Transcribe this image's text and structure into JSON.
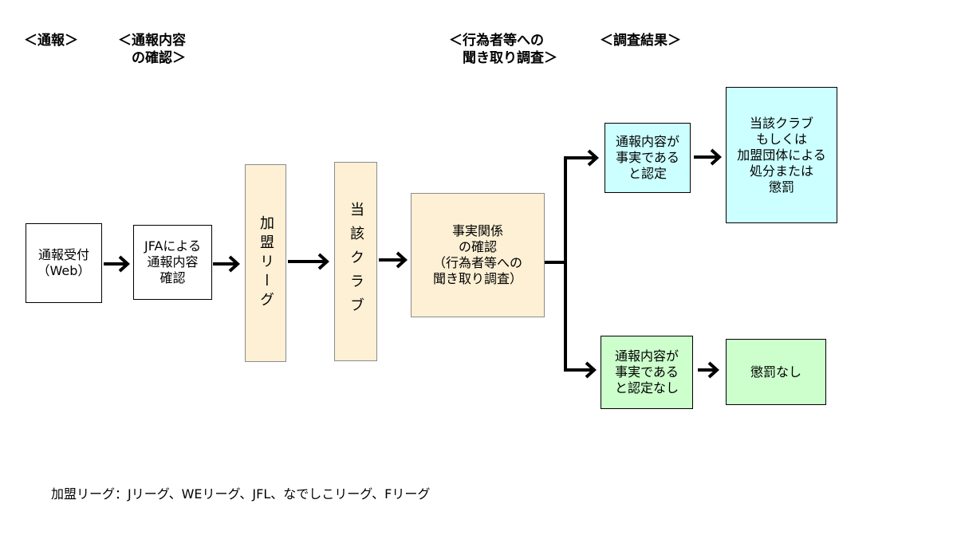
{
  "headers": {
    "report": "＜通報＞",
    "confirm": "＜通報内容\n　の確認＞",
    "interview": "＜行為者等への\n　聞き取り調査＞",
    "result": "＜調査結果＞"
  },
  "boxes": {
    "reception": "通報受付\n（Web）",
    "jfa_confirm": "JFAによる\n通報内容\n確認",
    "league": "加盟リーグ",
    "club": "当該クラブ",
    "fact_check": "事実関係\nの確認\n（行為者等への\n聞き取り調査）",
    "fact_confirmed": "通報内容が\n事実である\nと認定",
    "punishment": "当該クラブ\nもしくは\n加盟団体による\n処分または\n懲罰",
    "fact_not_confirmed": "通報内容が\n事実である\nと認定なし",
    "no_punishment": "懲罰なし"
  },
  "colors": {
    "tan_fill": "#fdf0d4",
    "cyan_fill": "#ccffff",
    "green_fill": "#ccffcc"
  },
  "footnote": "加盟リーグ：Jリーグ、WEリーグ、JFL、なでしこリーグ、Fリーグ"
}
